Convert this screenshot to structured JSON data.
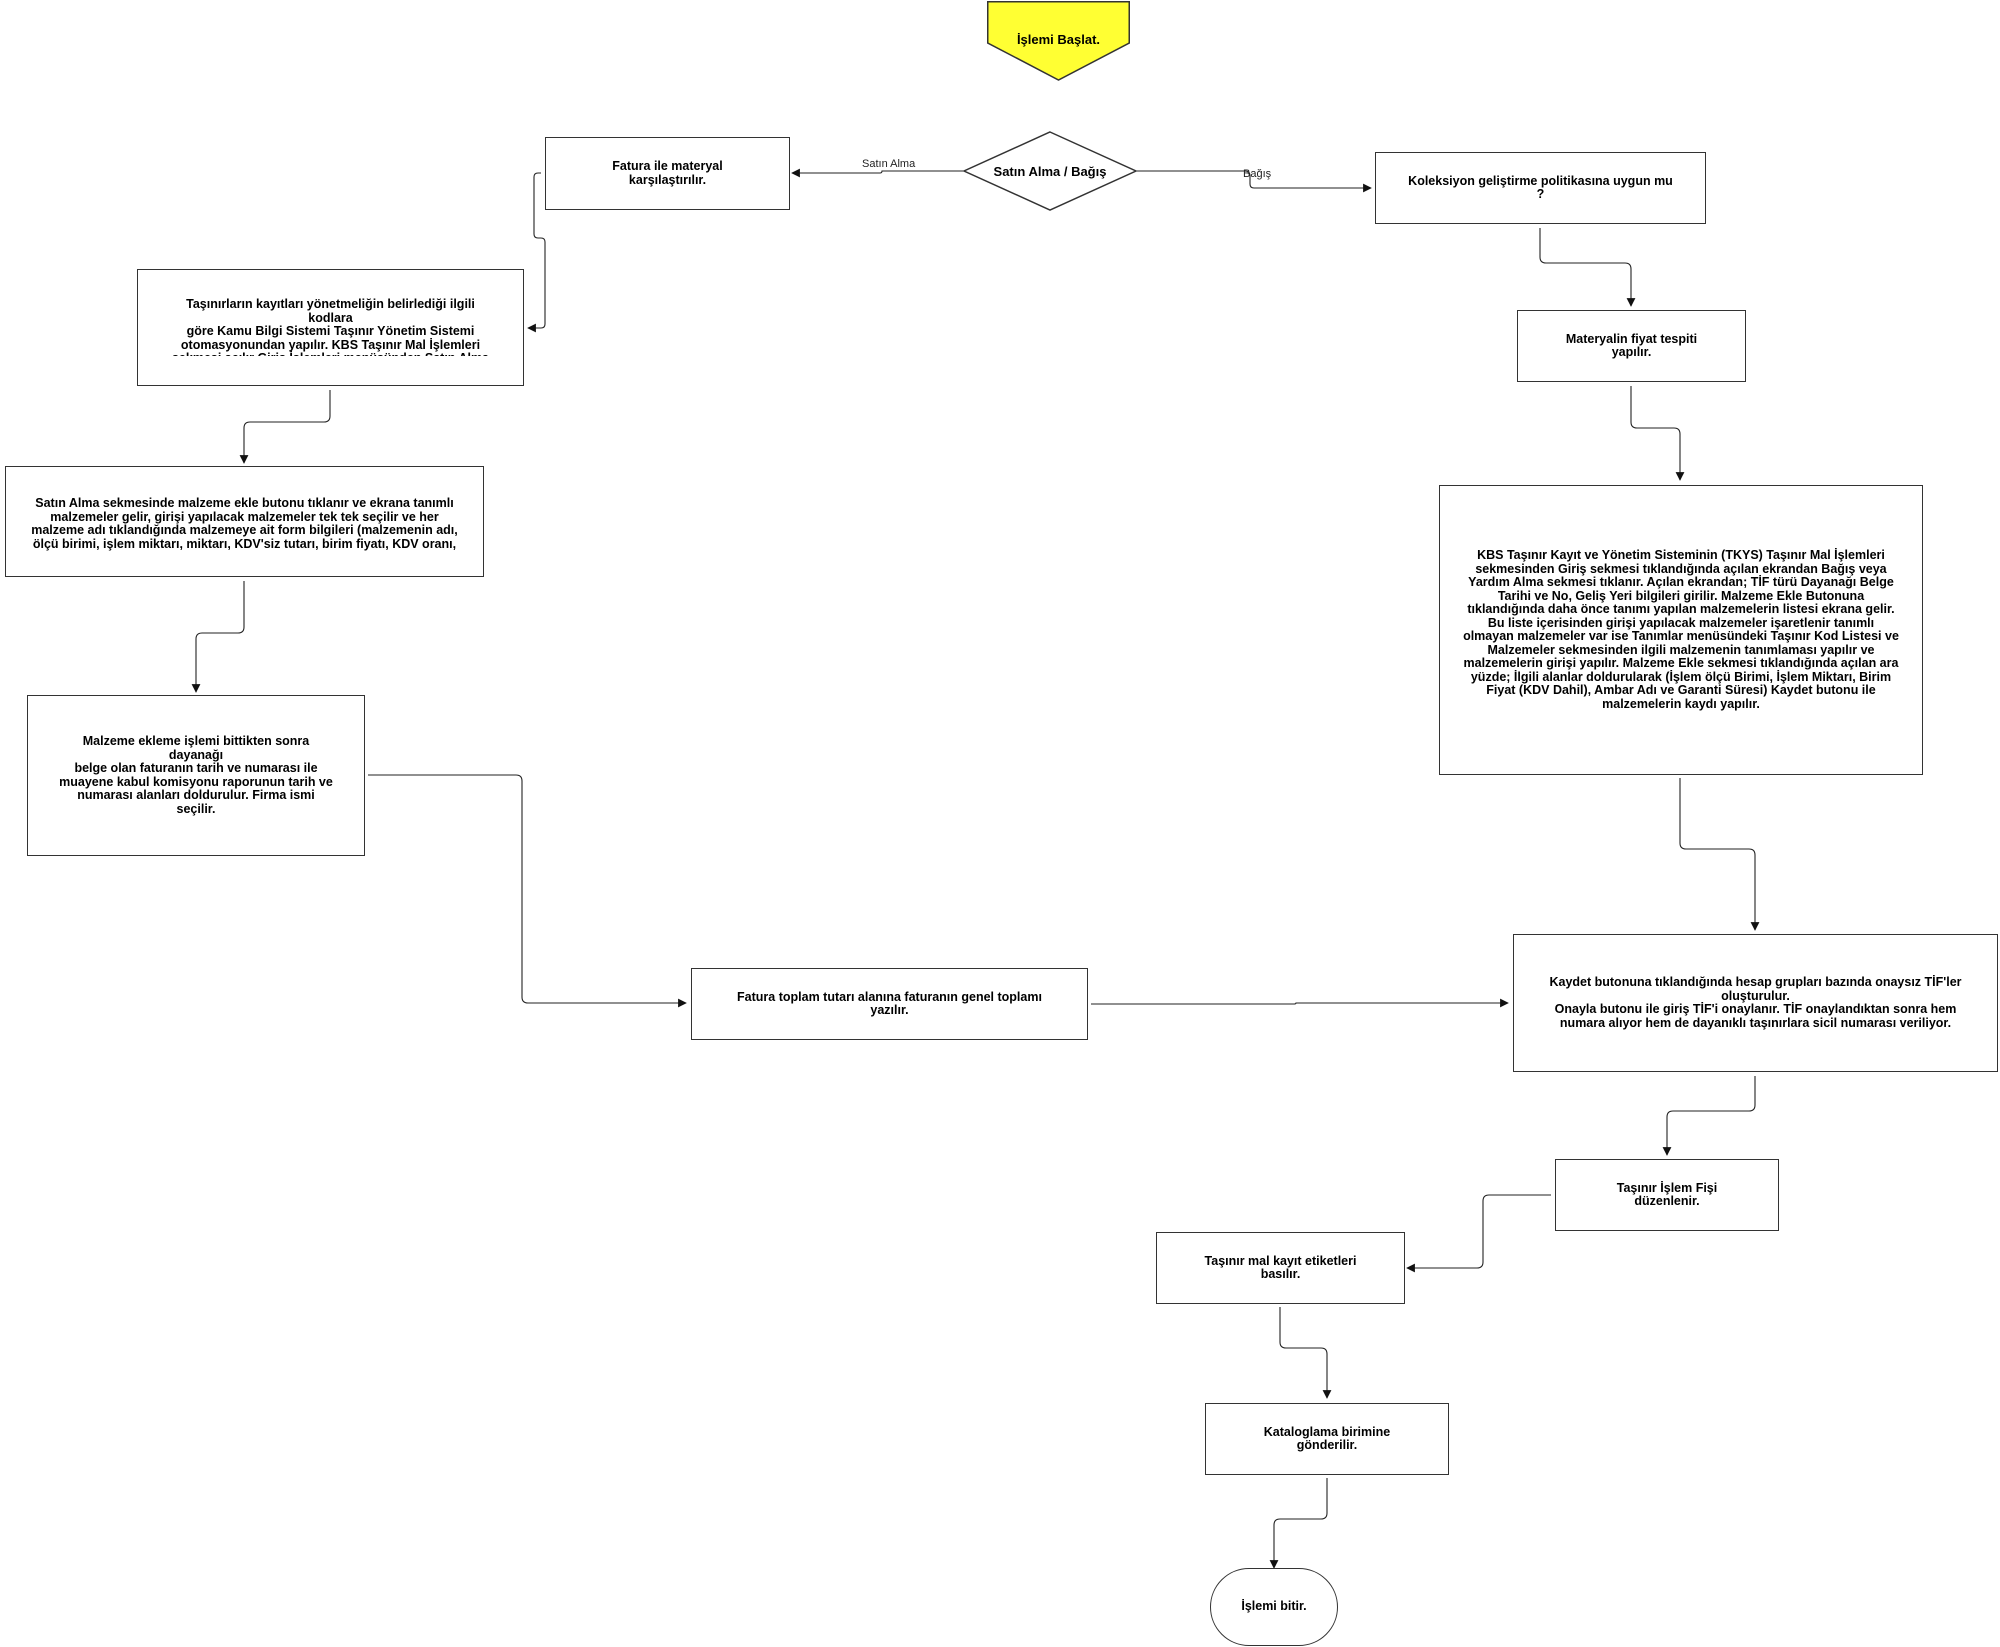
{
  "start": {
    "label": "İşlemi Başlat."
  },
  "decision": {
    "label": "Satın Alma / Bağış"
  },
  "edge_labels": {
    "satin_alma": "Satın Alma",
    "bagis": "Bağış"
  },
  "purchase": {
    "compare": "Fatura ile materyal karşılaştırılır.",
    "kbs_entry": "Taşınırların kayıtları yönetmeliğin belirlediği ilgili kodlara\ngöre Kamu Bilgi Sistemi Taşınır Yönetim Sistemi\notomasyonundan yapılır. KBS Taşınır Mal İşlemleri\nsekmesi açılır Giriş İşlemleri menüsünden Satın Alma\nsekmesi tıklanır.",
    "add_material": "Satın Alma sekmesinde malzeme ekle butonu tıklanır ve ekrana tanımlı\nmalzemeler gelir, girişi yapılacak malzemeler tek tek seçilir ve her\nmalzeme adı tıklandığında malzemeye ait form bilgileri (malzemenin adı,\nölçü birimi, işlem miktarı, miktarı, KDV'siz tutarı, birim fiyatı, KDV oranı,",
    "invoice_info": "Malzeme ekleme işlemi bittikten sonra dayanağı\nbelge olan faturanın tarih ve numarası ile\nmuayene kabul komisyonu raporunun tarih ve\nnumarası alanları doldurulur. Firma ismi seçilir.",
    "invoice_total": "Fatura toplam tutarı alanına faturanın genel toplamı yazılır."
  },
  "donation": {
    "policy_check": "Koleksiyon geliştirme  politikasına uygun mu ?",
    "price": "Materyalin fiyat tespiti yapılır.",
    "kbs_entry": "KBS Taşınır Kayıt ve Yönetim Sisteminin (TKYS) Taşınır Mal İşlemleri\nsekmesinden Giriş sekmesi tıklandığında açılan ekrandan Bağış veya\nYardım Alma sekmesi tıklanır. Açılan ekrandan; TİF türü Dayanağı Belge\nTarihi ve No, Geliş Yeri bilgileri girilir. Malzeme Ekle Butonuna\ntıklandığında daha önce tanımı yapılan malzemelerin listesi ekrana gelir.\nBu liste içerisinden girişi yapılacak malzemeler işaretlenir tanımlı\nolmayan malzemeler var ise Tanımlar menüsündeki Taşınır Kod Listesi ve\nMalzemeler sekmesinden ilgili malzemenin tanımlaması yapılır ve\nmalzemelerin girişi yapılır. Malzeme Ekle sekmesi tıklandığında açılan ara\nyüzde; İlgili alanlar doldurularak (İşlem ölçü Birimi, İşlem Miktarı, Birim\nFiyat (KDV Dahil), Ambar Adı ve Garanti Süresi) Kaydet butonu ile\nmalzemelerin kaydı yapılır."
  },
  "common": {
    "save_tif": "Kaydet butonuna tıklandığında hesap grupları bazında onaysız TİF'ler\noluşturulur.\nOnayla butonu ile giriş TİF'i onaylanır. TİF onaylandıktan sonra hem\nnumara alıyor hem de dayanıklı taşınırlara sicil numarası veriliyor.",
    "slip": "Taşınır İşlem Fişi düzenlenir.",
    "labels": "Taşınır mal kayıt etiketleri basılır.",
    "catalog": "Kataloglama birimine gönderilir."
  },
  "end": {
    "label": "İşlemi bitir."
  },
  "colors": {
    "start_fill": "#ffff33",
    "stroke": "#333333",
    "line": "#222222"
  }
}
